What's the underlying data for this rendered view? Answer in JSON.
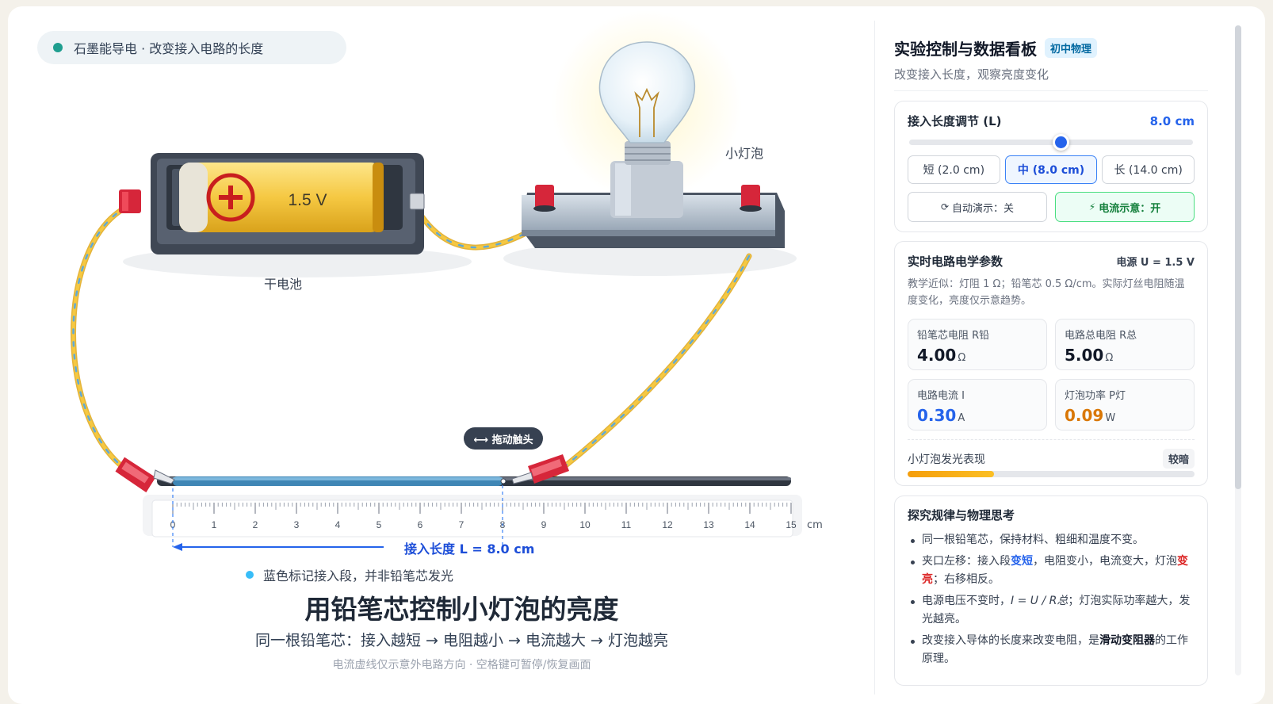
{
  "stage": {
    "tag_text": "石墨能导电 · 改变接入电路的长度",
    "battery_label": "1.5 V",
    "battery_name": "干电池",
    "bulb_name": "小灯泡",
    "drag_chip": "⟷ 拖动触头",
    "length_label": "接入长度 L = 8.0 cm",
    "ruler_unit": "cm",
    "ruler_ticks": [
      "0",
      "1",
      "2",
      "3",
      "4",
      "5",
      "6",
      "7",
      "8",
      "9",
      "10",
      "11",
      "12",
      "13",
      "14",
      "15"
    ],
    "note": "蓝色标记接入段，并非铅笔芯发光",
    "title": "用铅笔芯控制小灯泡的亮度",
    "subtitle": "同一根铅笔芯：接入越短 → 电阻越小 → 电流越大 → 灯泡越亮",
    "hint": "电流虚线仅示意外电路方向 · 空格键可暂停/恢复画面"
  },
  "slider": {
    "value_cm": 8.0,
    "min_cm": 0,
    "max_cm": 15
  },
  "brightness_fraction": 0.3,
  "panel": {
    "title": "实验控制与数据看板",
    "badge": "初中物理",
    "subtitle": "改变接入长度，观察亮度变化",
    "control": {
      "title": "接入长度调节 (L)",
      "value": "8.0 cm",
      "presets": [
        "短 (2.0 cm)",
        "中 (8.0 cm)",
        "长 (14.0 cm)"
      ],
      "auto_demo": "自动演示：关",
      "current_flow": "电流示意：开"
    },
    "params": {
      "title": "实时电路电学参数",
      "source": "电源 U = 1.5 V",
      "note": "教学近似：灯阻 1 Ω；铅笔芯 0.5 Ω/cm。实际灯丝电阻随温度变化，亮度仅示意趋势。",
      "m1_label": "铅笔芯电阻 R铅",
      "m1_value": "4.00",
      "m1_unit": "Ω",
      "m2_label": "电路总电阻 R总",
      "m2_value": "5.00",
      "m2_unit": "Ω",
      "m3_label": "电路电流 I",
      "m3_value": "0.30",
      "m3_unit": "A",
      "m4_label": "灯泡功率 P灯",
      "m4_value": "0.09",
      "m4_unit": "W",
      "glow_label": "小灯泡发光表现",
      "glow_state": "较暗"
    },
    "explore": {
      "title": "探究规律与物理思考",
      "i1": "同一根铅笔芯，保持材料、粗细和温度不变。",
      "i2a": "夹口左移：接入段",
      "i2b": "变短",
      "i2c": "，电阻变小，电流变大，灯泡",
      "i2d": "变亮",
      "i2e": "；右移相反。",
      "i3a": "电源电压不变时，",
      "i3b": "I = U / R总",
      "i3c": "；灯泡实际功率越大，发光越亮。",
      "i4a": "改变接入导体的长度来改变电阻，是",
      "i4b": "滑动变阻器",
      "i4c": "的工作原理。"
    }
  }
}
